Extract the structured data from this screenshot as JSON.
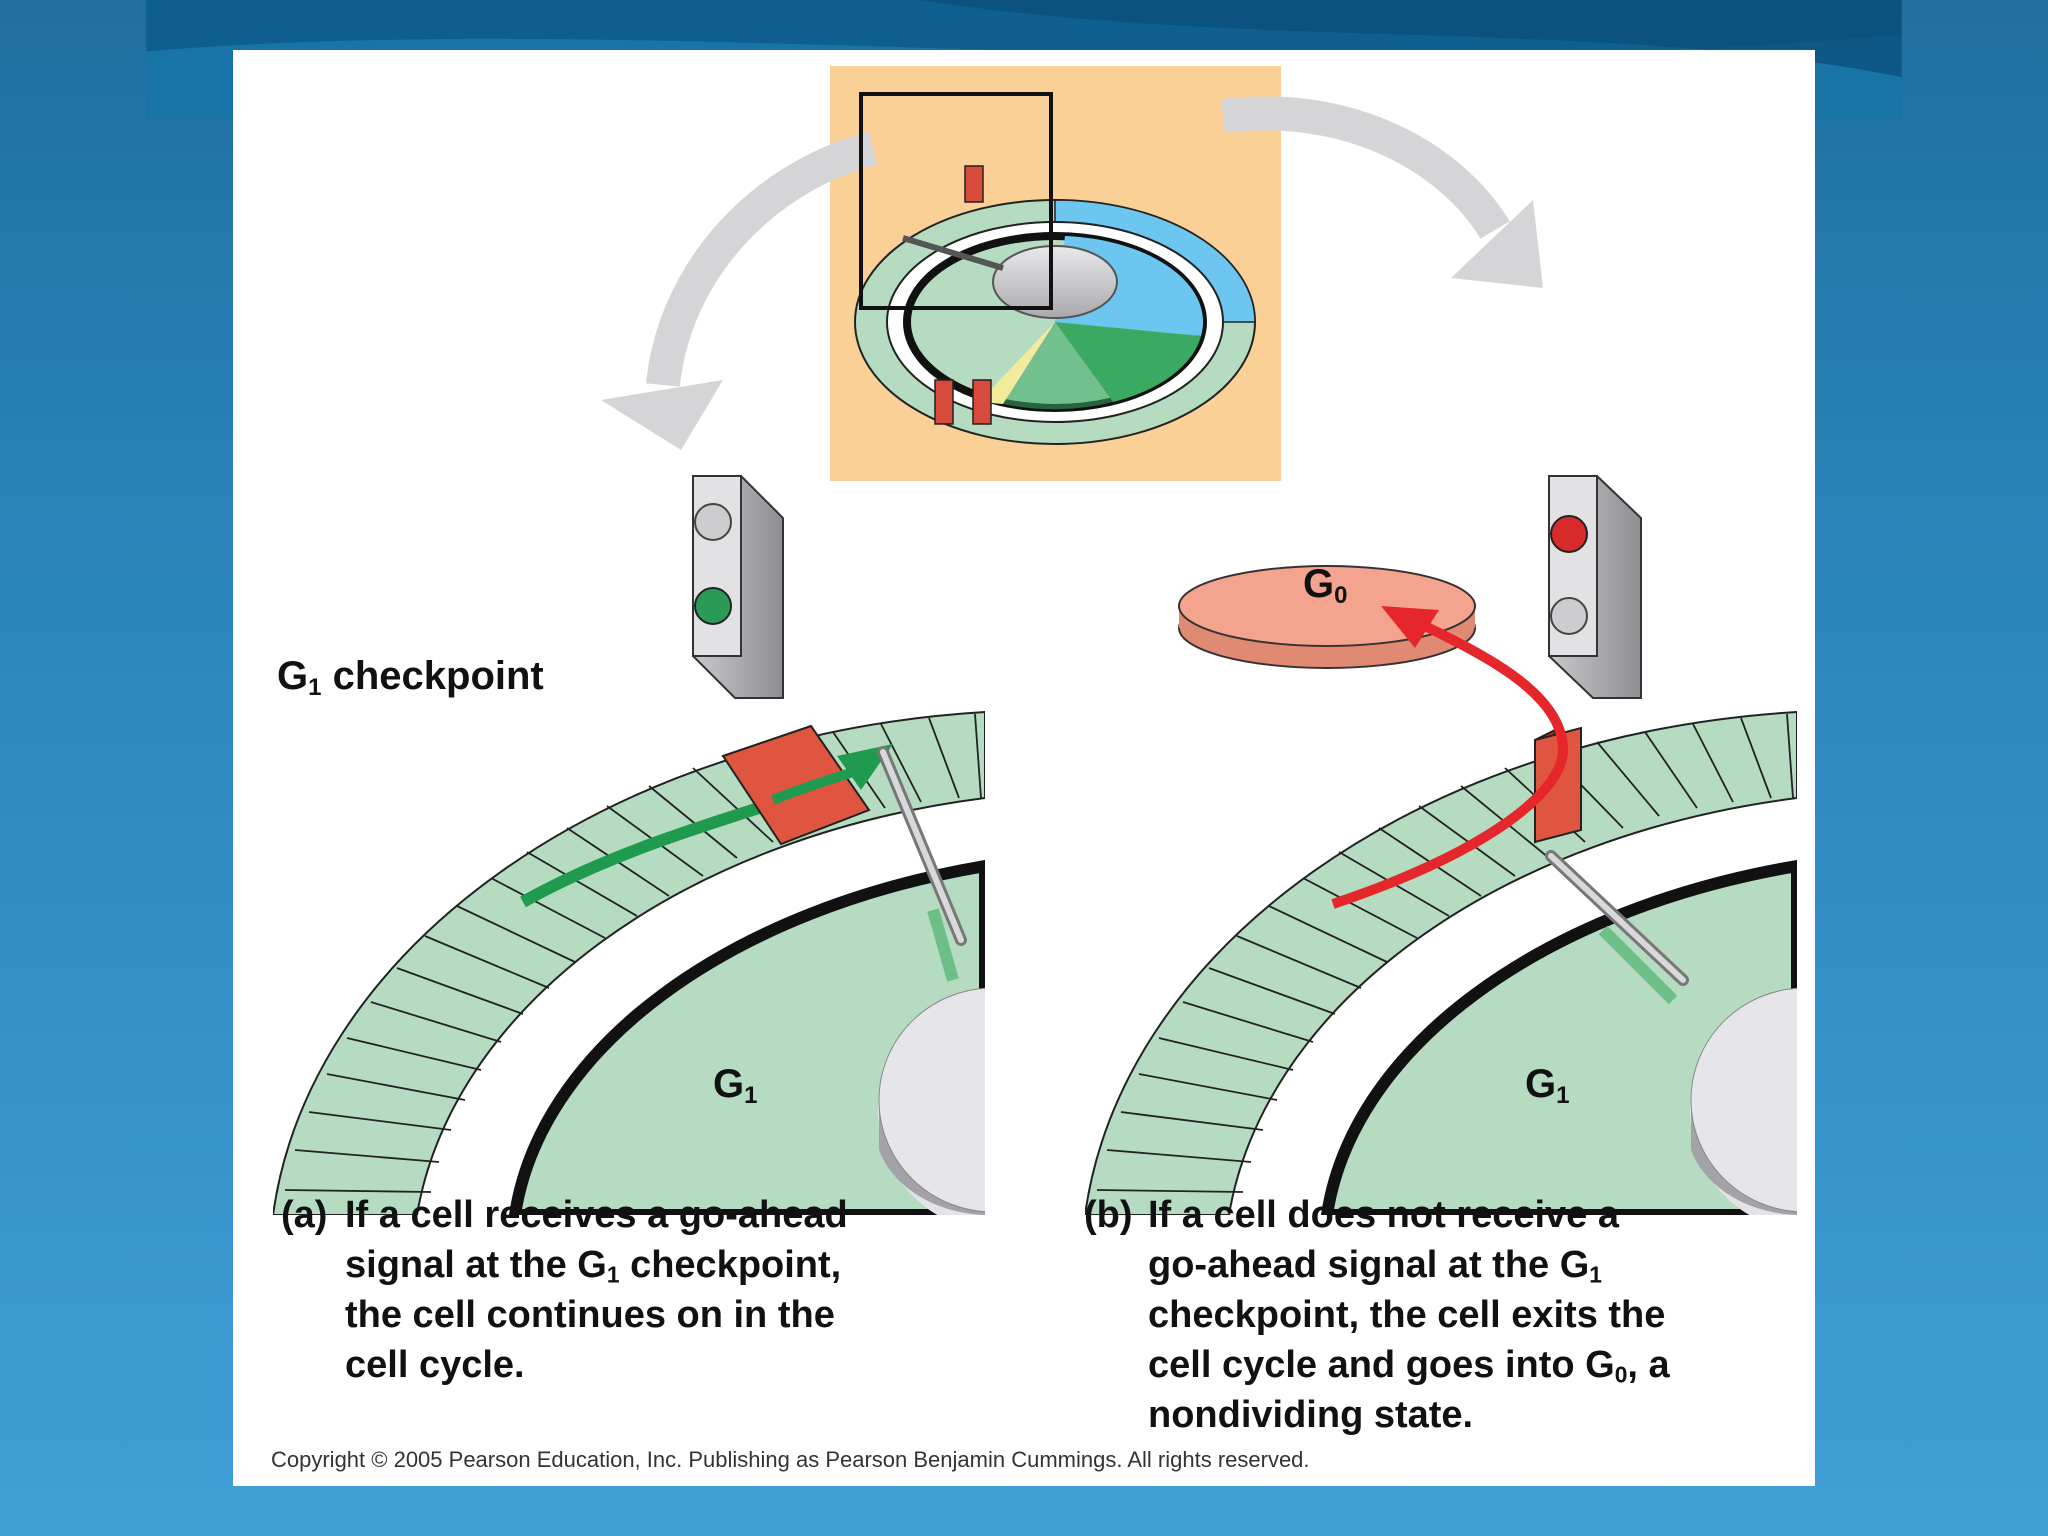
{
  "checkpoint_label": {
    "main": "G",
    "sub": "1",
    "rest": " checkpoint"
  },
  "g1_label": {
    "main": "G",
    "sub": "1"
  },
  "g0_label": {
    "main": "G",
    "sub": "0"
  },
  "caption_a": {
    "letter": "(a)",
    "line1": "If a cell receives a go-ahead",
    "line2_pre": "signal at the G",
    "line2_sub": "1",
    "line2_post": " checkpoint,",
    "line3": "the cell continues on in the",
    "line4": "cell cycle."
  },
  "caption_b": {
    "letter": "(b)",
    "line1": "If a cell does not receive a",
    "line2_pre": "go-ahead signal at the G",
    "line2_sub": "1",
    "line3": "checkpoint, the cell exits the",
    "line4_pre": "cell cycle and goes into G",
    "line4_sub": "0",
    "line4_post": ", a",
    "line5": "nondividing state."
  },
  "copyright": "Copyright ©  2005 Pearson Education, Inc. Publishing as Pearson Benjamin Cummings. All rights reserved.",
  "colors": {
    "cell_green": "#b5dcc0",
    "go_green": "#1f9a4e",
    "stop_red": "#e5262a",
    "g0_disk": "#f4a48e",
    "inset_bg": "#fbd096",
    "s_blue": "#6cc6ef",
    "m_green": "#3aaa62"
  },
  "icons": [
    "traffic-light-green-icon",
    "traffic-light-red-icon",
    "gray-curved-arrow-icon"
  ]
}
